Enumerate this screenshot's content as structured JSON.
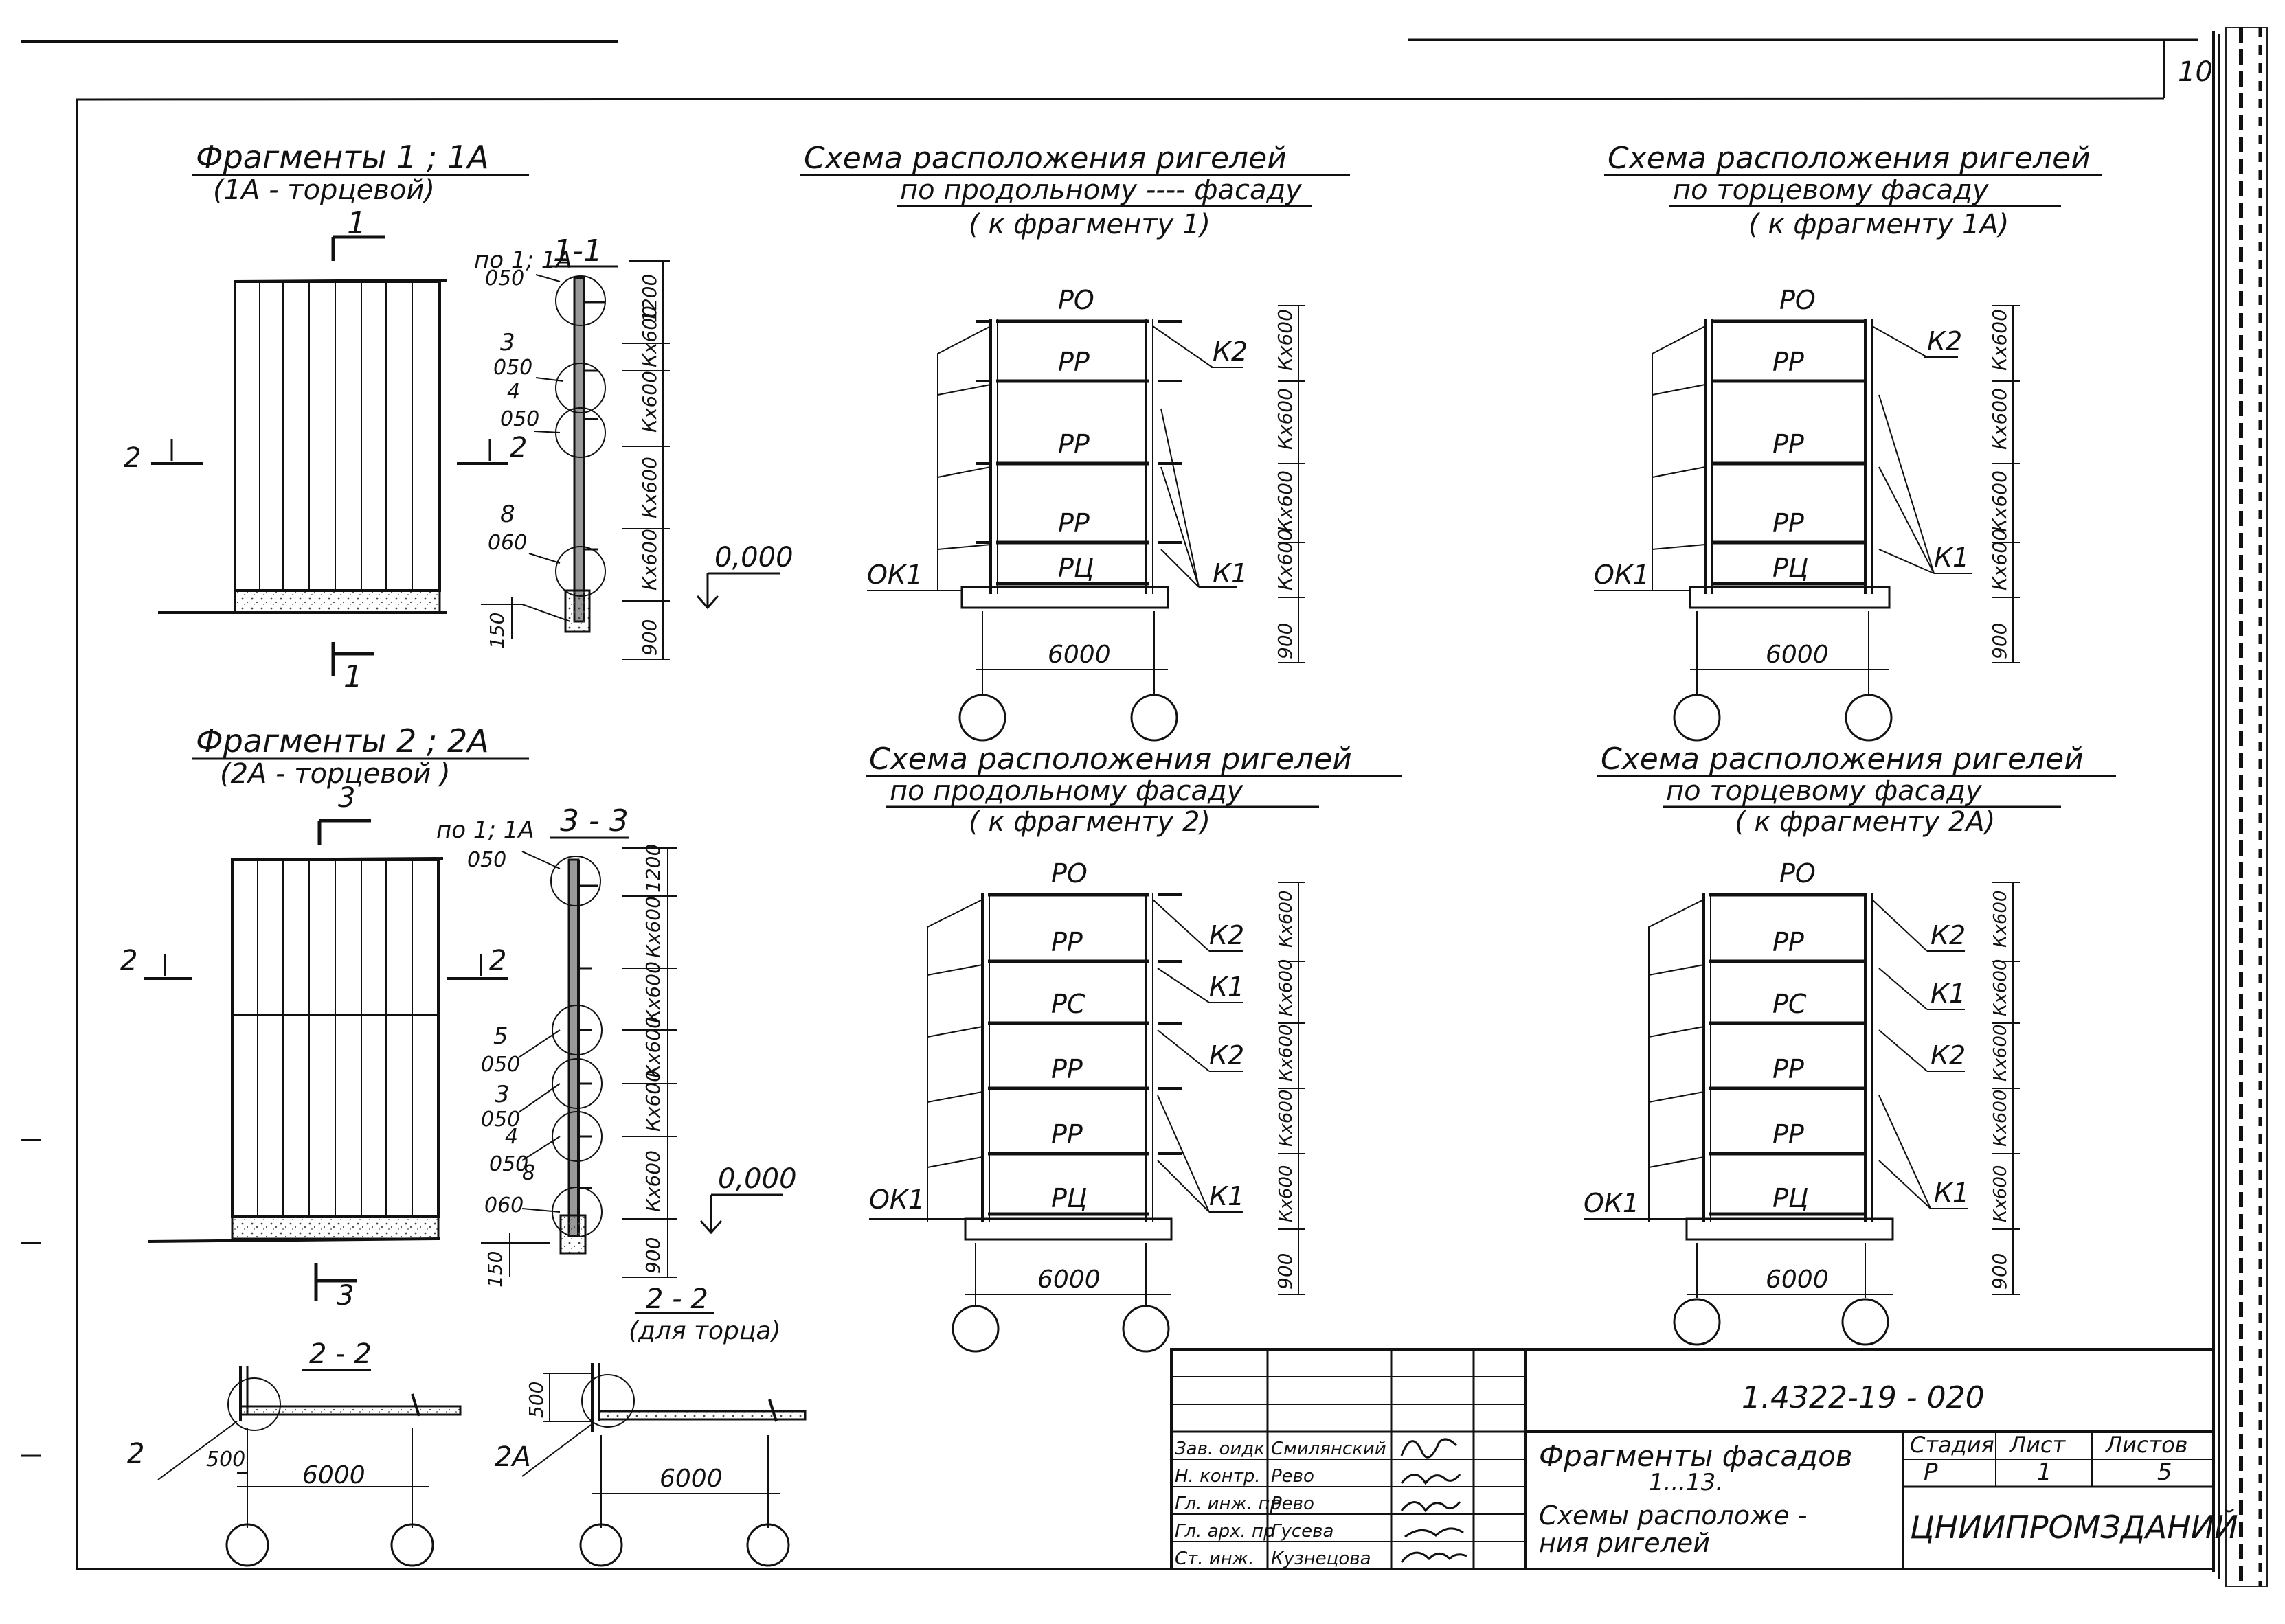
{
  "sheet_number": "10",
  "fragment1": {
    "title": "Фрагменты  1 ; 1А",
    "subtitle": "(1А - торцевой)",
    "cut_top": "1",
    "cut_bottom": "1",
    "cut_left": "2",
    "cut_right": "2",
    "section_title": "1-1",
    "ref_top": "по 1; 1А",
    "ref_top_code": "050",
    "mark3": "3",
    "mark3_code": "050",
    "mark4": "4",
    "mark4_code": "050",
    "mark8": "8",
    "mark8_code": "060",
    "dims": [
      "1200",
      "Кх600",
      "Кх600",
      "Кх600",
      "Кх600"
    ],
    "dim_base": "900",
    "dim_left": "150",
    "level": "0,000"
  },
  "fragment2": {
    "title": "Фрагменты  2 ; 2А",
    "subtitle": "(2А - торцевой )",
    "cut_top": "3",
    "cut_bottom": "3",
    "cut_left": "2",
    "cut_right": "2",
    "section_title": "3 - 3",
    "ref_top": "по 1; 1А",
    "ref_top_code": "050",
    "mark5": "5",
    "mark5_code": "050",
    "mark3": "3",
    "mark3_code": "050",
    "mark4": "4",
    "mark4_code": "050",
    "mark8": "8",
    "mark8_code": "060",
    "dims": [
      "1200",
      "Кх600",
      "Кх600",
      "Кх600",
      "Кх600",
      "Кх600"
    ],
    "dim_base": "900",
    "dim_left": "150",
    "level": "0,000"
  },
  "schemes": [
    {
      "title": "Схема    расположения    ригелей",
      "line2": "по   продольному  ----  фасаду",
      "line3": "( к  фрагменту 1)",
      "top_label": "РО",
      "rows": [
        "РР",
        "РР",
        "РР",
        "РЦ"
      ],
      "right_labels": [
        "К2",
        "К1"
      ],
      "left_label": "ОК1",
      "span": "6000",
      "dims": [
        "Кх600",
        "Кх600",
        "Кх600",
        "Кх600"
      ],
      "dim_base": "900"
    },
    {
      "title": "Схема   расположения    ригелей",
      "line2": "по    торцевому     фасаду",
      "line3": "( к  фрагменту  1А)",
      "top_label": "РО",
      "rows": [
        "РР",
        "РР",
        "РР",
        "РЦ"
      ],
      "right_labels": [
        "К2",
        "К1"
      ],
      "left_label": "ОК1",
      "span": "6000",
      "dims": [
        "Кх600",
        "Кх600",
        "Кх600",
        "Кх600"
      ],
      "dim_base": "900"
    },
    {
      "title": "Схема    расположения    ригелей",
      "line2": "по   продольному    фасаду",
      "line3": "( к  фрагменту  2)",
      "top_label": "РО",
      "rows": [
        "РР",
        "РС",
        "РР",
        "РР",
        "РЦ"
      ],
      "right_labels": [
        "К2",
        "К1",
        "К2",
        "К1"
      ],
      "left_label": "ОК1",
      "span": "6000",
      "dims": [
        "Кх600",
        "Кх600",
        "Кх600",
        "Кх600",
        "Кх600"
      ],
      "dim_base": "900"
    },
    {
      "title": "Схема   расположения     ригелей",
      "line2": "по    торцевому     фасаду",
      "line3": "( к  фрагменту   2А)",
      "top_label": "РО",
      "rows": [
        "РР",
        "РС",
        "РР",
        "РР",
        "РЦ"
      ],
      "right_labels": [
        "К2",
        "К1",
        "К2",
        "К1"
      ],
      "left_label": "ОК1",
      "span": "6000",
      "dims": [
        "Кх600",
        "Кх600",
        "Кх600",
        "Кх600",
        "Кх600"
      ],
      "dim_base": "900"
    }
  ],
  "detail1": {
    "title": "2 - 2",
    "mark": "2",
    "dim_small": "500",
    "span": "6000"
  },
  "detail2": {
    "title": "2 - 2",
    "subtitle": "(для  торца)",
    "mark": "2А",
    "dim_small": "500",
    "span": "6000"
  },
  "title_block": {
    "code": "1.4322-19 - 020",
    "title_line1": "Фрагменты  фасадов",
    "title_line2": "1...13.",
    "title_line3": "Схемы     расположе -",
    "title_line4": "ния     ригелей",
    "stage_label": "Стадия",
    "stage_value": "Р",
    "sheet_label": "Лист",
    "sheet_value": "1",
    "sheets_label": "Листов",
    "sheets_value": "5",
    "org": "ЦНИИПРОМЗДАНИЙ",
    "people": [
      {
        "role": "Зав. оидк",
        "name": "Смилянский"
      },
      {
        "role": "Н. контр.",
        "name": "Рево"
      },
      {
        "role": "Гл. инж. пр",
        "name": "Рево"
      },
      {
        "role": "Гл. арх. пр",
        "name": "Гусева"
      },
      {
        "role": "Ст. инж.",
        "name": "Кузнецова"
      }
    ]
  }
}
